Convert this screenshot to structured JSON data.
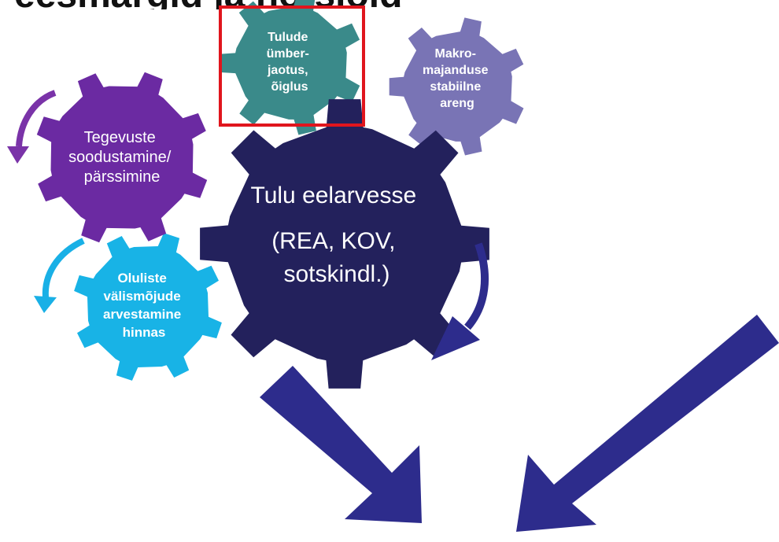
{
  "slide": {
    "title_partial": "eesmärgid ja notsioid"
  },
  "colors": {
    "background": "#ffffff",
    "center_gear": "#23215c",
    "teal_gear": "#3a8a8a",
    "lavender_gear": "#7974b5",
    "purple_gear": "#6b2aa2",
    "cyan_gear": "#18b3e6",
    "purple_arrow": "#7a33a8",
    "cyan_arrow": "#19b0e6",
    "navy_arrow": "#2d2c8c",
    "highlight_box": "#e0151d"
  },
  "gears": [
    {
      "id": "center",
      "lines": [
        "Tulu eelarvesse",
        "(REA, KOV,",
        "sotskindl.)"
      ]
    },
    {
      "id": "teal",
      "lines": [
        "Tulude",
        "ümber-",
        "jaotus,",
        "õiglus"
      ]
    },
    {
      "id": "lavender",
      "lines": [
        "Makro-",
        "majanduse",
        "stabiilne",
        "areng"
      ]
    },
    {
      "id": "purple",
      "lines": [
        "Tegevuste",
        "soodustamine/",
        "pärssimine"
      ]
    },
    {
      "id": "cyan",
      "lines": [
        "Oluliste",
        "välismõjude",
        "arvestamine",
        "hinnas"
      ]
    }
  ],
  "icons": [
    "purple-curved-arrow-icon",
    "cyan-curved-arrow-icon",
    "navy-curved-arrow-icon",
    "down-right-arrow-icon",
    "down-left-arrow-icon"
  ]
}
